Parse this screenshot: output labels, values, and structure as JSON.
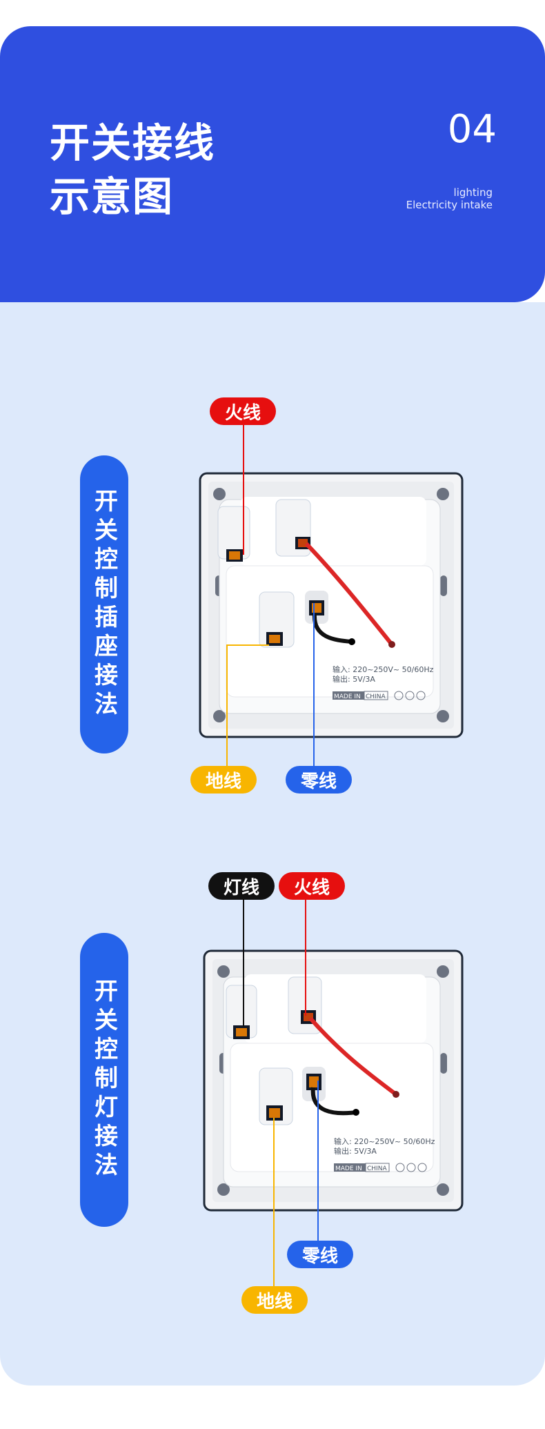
{
  "header": {
    "title_line1": "开关接线",
    "title_line2": "示意图",
    "number": "04",
    "subtitle_line1": "lighting",
    "subtitle_line2": "Electricity intake"
  },
  "section1": {
    "label": "开关控制插座接法",
    "tags": {
      "live": "火线",
      "earth": "地线",
      "neutral": "零线"
    }
  },
  "section2": {
    "label": "开关控制灯接法",
    "tags": {
      "lamp": "灯线",
      "live": "火线",
      "neutral": "零线",
      "earth": "地线"
    }
  },
  "panel_print": {
    "input": "输入: 220~250V~ 50/60Hz",
    "output": "输出: 5V/3A",
    "made_in": "MADE IN",
    "country": "CHINA"
  },
  "colors": {
    "header_blue": "#2f4fe0",
    "card_bg": "#dde9fb",
    "label_blue": "#2563ea",
    "live_red": "#e60f0f",
    "earth_yellow": "#f8b500",
    "lamp_black": "#111111"
  }
}
